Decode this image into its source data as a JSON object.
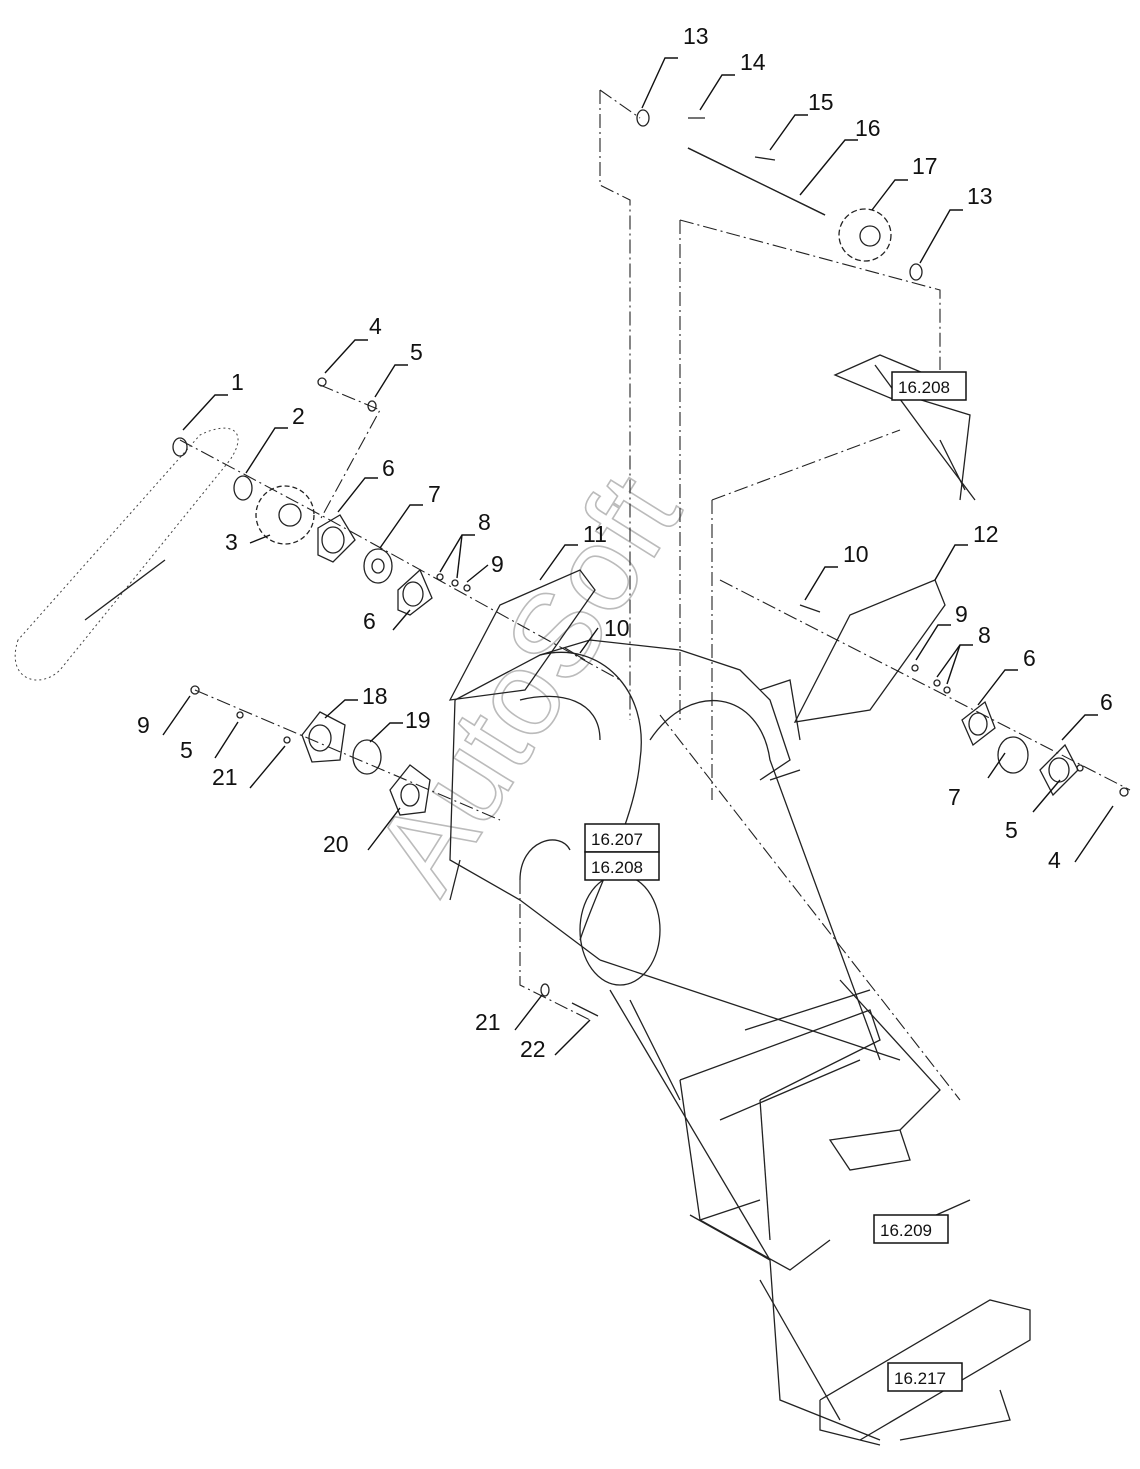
{
  "watermark": "AutoSoft",
  "callouts": [
    "1",
    "2",
    "3",
    "4",
    "5",
    "6",
    "7",
    "8",
    "9",
    "10",
    "11",
    "12",
    "13",
    "14",
    "15",
    "16",
    "17",
    "18",
    "19",
    "20",
    "21",
    "22"
  ],
  "refs": [
    "16.208",
    "16.207",
    "16.208",
    "16.209",
    "16.217"
  ]
}
